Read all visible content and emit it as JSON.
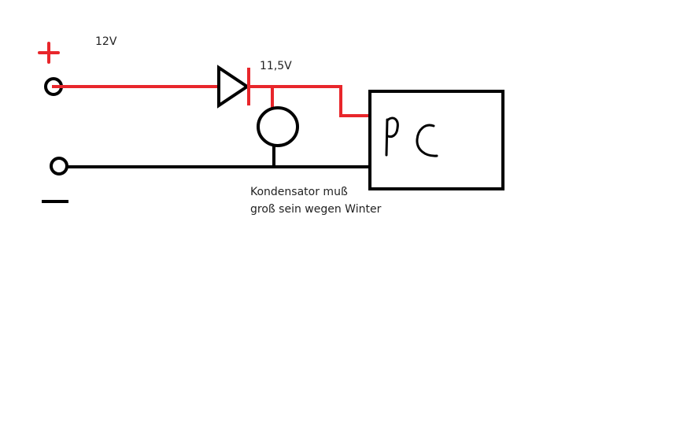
{
  "labels": {
    "voltage_in": "12V",
    "voltage_out": "11,5V",
    "note_line1": "Kondensator muß",
    "note_line2": "groß sein wegen Winter",
    "pc": "PC"
  },
  "colors": {
    "positive_wire": "#e8262b",
    "negative_wire": "#000000",
    "background": "#ffffff"
  },
  "symbols": {
    "plus": "plus-sign",
    "minus": "minus-sign",
    "diode": "diode-symbol",
    "capacitor": "capacitor-circle"
  }
}
